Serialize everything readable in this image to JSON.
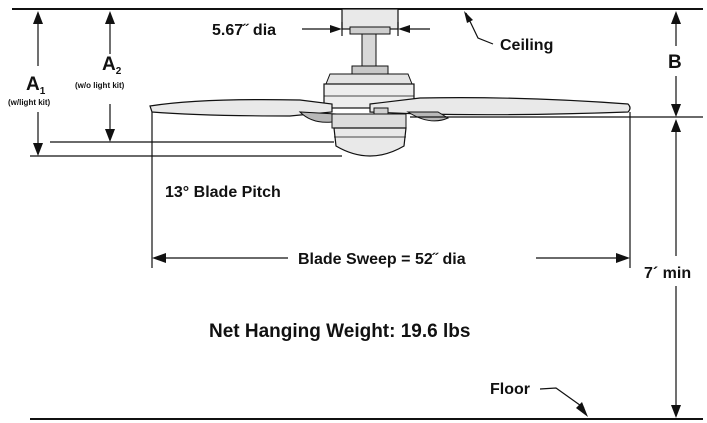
{
  "labels": {
    "canopy_dia": "5.67˝ dia",
    "ceiling": "Ceiling",
    "a1": "A",
    "a1_sub": "1",
    "a1_note": "(w/light kit)",
    "a2": "A",
    "a2_sub": "2",
    "a2_note": "(w/o light kit)",
    "b": "B",
    "blade_pitch": "13° Blade Pitch",
    "blade_sweep": "Blade Sweep = 52˝ dia",
    "min_height": "7´ min",
    "net_weight": "Net Hanging Weight: 19.6 lbs",
    "floor": "Floor"
  },
  "colors": {
    "ink": "#111111",
    "fan_fill": "#e9e9e9",
    "fan_dark": "#b8b8b8"
  }
}
